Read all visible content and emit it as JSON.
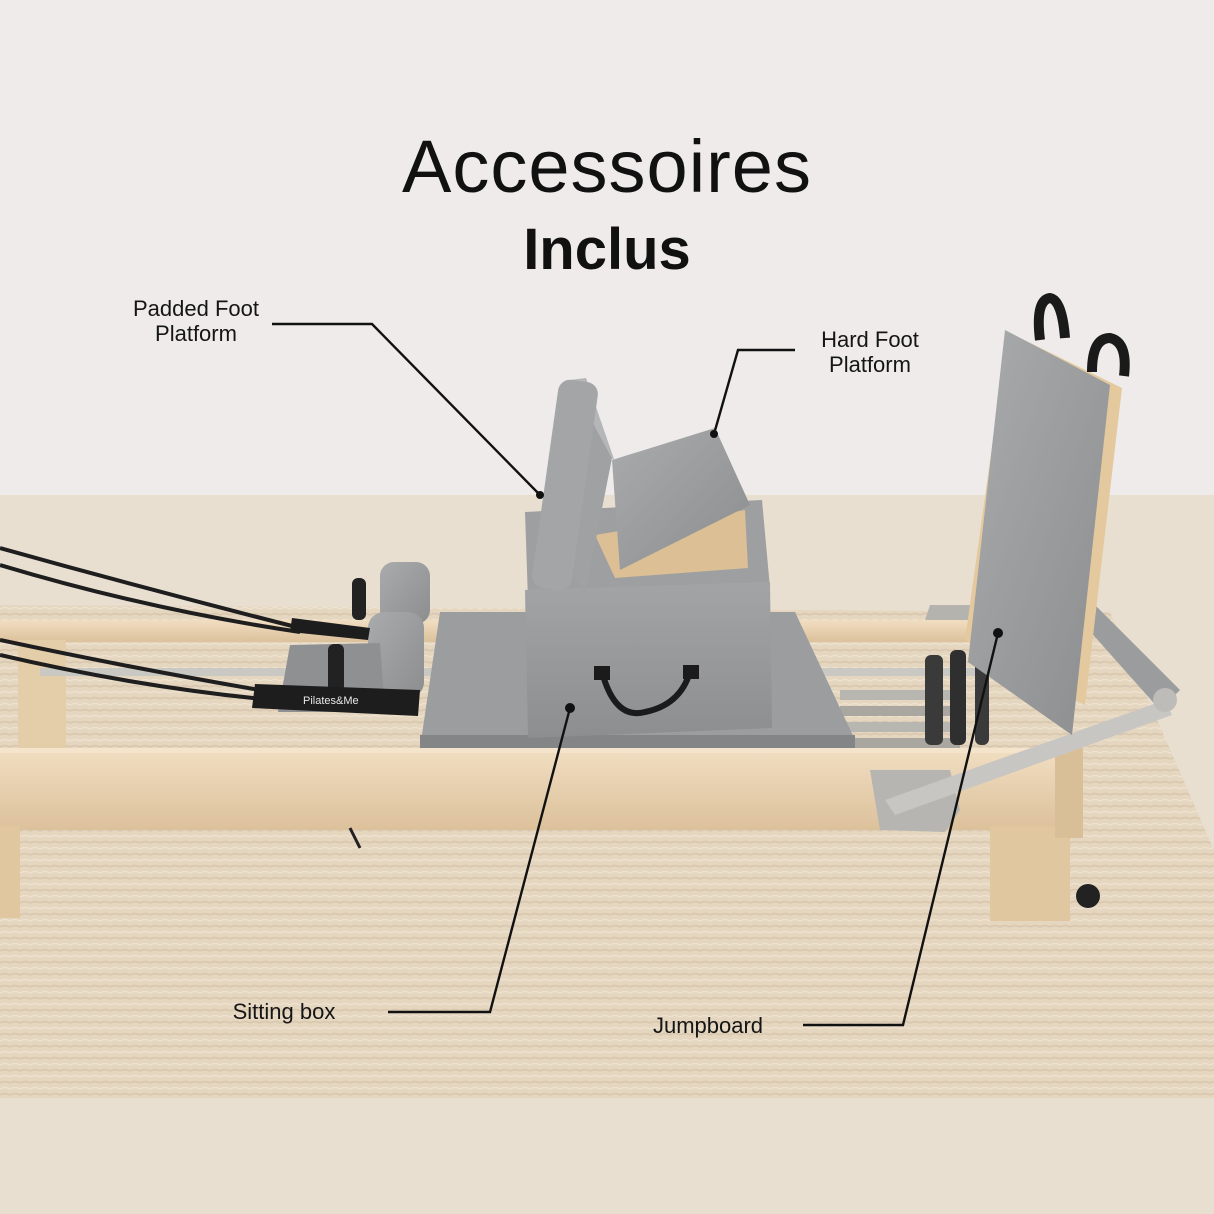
{
  "header": {
    "title": "Accessoires",
    "subtitle": "Inclus"
  },
  "callouts": {
    "padded_foot_platform": [
      "Padded Foot",
      "Platform"
    ],
    "hard_foot_platform": [
      "Hard Foot",
      "Platform"
    ],
    "sitting_box": "Sitting box",
    "jumpboard": "Jumpboard"
  },
  "branding": {
    "strap_text": "Pilates&Me"
  },
  "colors": {
    "wall": "#eeebea",
    "rug": "#e6d8c3",
    "wood": "#ead5b5",
    "upholstery": "#9a9c9d",
    "steel": "#b9b9b6",
    "strap": "#1d1d1d"
  }
}
